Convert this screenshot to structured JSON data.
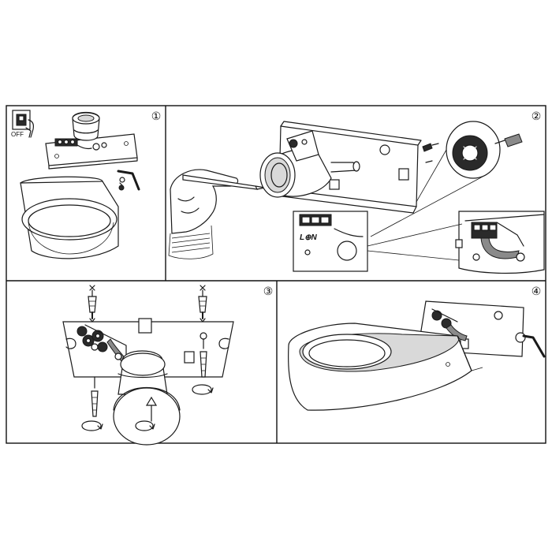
{
  "panels": [
    {
      "step": "①",
      "switch_label": "OFF"
    },
    {
      "step": "②",
      "terminal_labels": "L⊕N"
    },
    {
      "step": "③"
    },
    {
      "step": "④"
    }
  ]
}
